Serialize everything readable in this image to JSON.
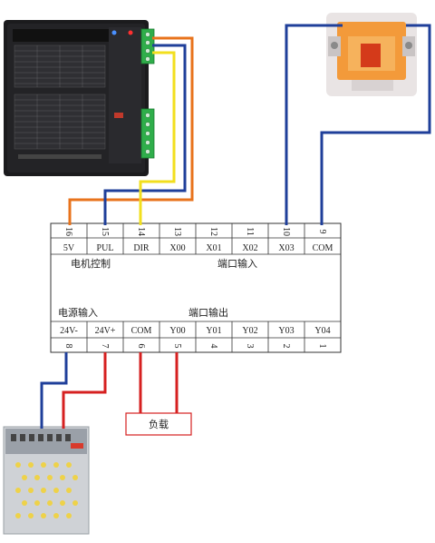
{
  "controller": {
    "top_terminals": [
      {
        "num": "16",
        "label": "5V"
      },
      {
        "num": "15",
        "label": "PUL"
      },
      {
        "num": "14",
        "label": "DIR"
      },
      {
        "num": "13",
        "label": "X00"
      },
      {
        "num": "12",
        "label": "X01"
      },
      {
        "num": "11",
        "label": "X02"
      },
      {
        "num": "10",
        "label": "X03"
      },
      {
        "num": "9",
        "label": "COM"
      }
    ],
    "bottom_terminals": [
      {
        "num": "8",
        "label": "24V-"
      },
      {
        "num": "7",
        "label": "24V+"
      },
      {
        "num": "6",
        "label": "COM"
      },
      {
        "num": "5",
        "label": "Y00"
      },
      {
        "num": "4",
        "label": "Y01"
      },
      {
        "num": "3",
        "label": "Y02"
      },
      {
        "num": "2",
        "label": "Y03"
      },
      {
        "num": "1",
        "label": "Y04"
      }
    ],
    "motor_control_label": "电机控制",
    "port_input_label": "端口输入",
    "power_input_label": "电源输入",
    "port_output_label": "端口输出"
  },
  "load": {
    "label": "负载"
  },
  "wire_colors": {
    "orange": "#e8731c",
    "blue": "#1f3f9a",
    "yellow": "#f2df1e",
    "red": "#d62020"
  }
}
